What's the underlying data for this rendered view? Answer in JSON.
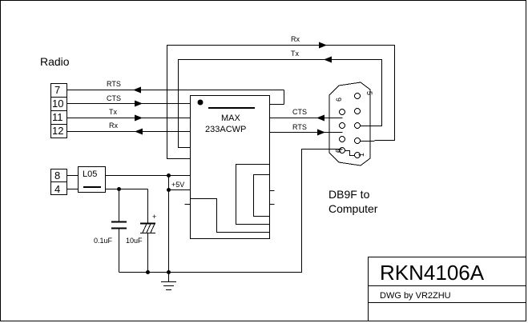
{
  "radio": {
    "label": "Radio",
    "pins": [
      {
        "number": "7",
        "signal": "RTS"
      },
      {
        "number": "10",
        "signal": "CTS"
      },
      {
        "number": "11",
        "signal": "Tx"
      },
      {
        "number": "12",
        "signal": "Rx"
      }
    ],
    "power_pins": [
      "8",
      "4"
    ]
  },
  "regulator": {
    "label": "L05"
  },
  "ic": {
    "line1": "MAX",
    "line2": "233ACWP"
  },
  "supply": {
    "label": "+5V"
  },
  "capacitors": [
    {
      "label": "0.1uF"
    },
    {
      "label": "10uF",
      "polarity": "+"
    }
  ],
  "lines": {
    "rx_top": "Rx",
    "tx_top": "Tx",
    "cts_right": "CTS",
    "rts_right": "RTS"
  },
  "connector": {
    "label_line1": "DB9F to",
    "label_line2": "Computer",
    "pin_labels": [
      "6",
      "5",
      "9",
      "1"
    ]
  },
  "title_block": {
    "part_number": "RKN4106A",
    "drawing_by": "DWG by VR2ZHU"
  }
}
